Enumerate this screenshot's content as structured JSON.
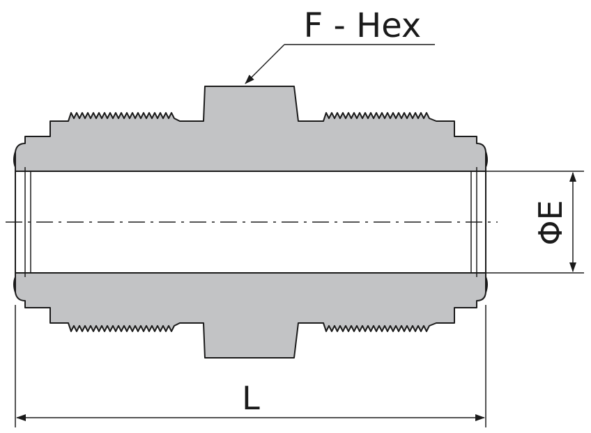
{
  "labels": {
    "hex": "F - Hex",
    "diameter": "ΦE",
    "length": "L"
  },
  "colors": {
    "body": "#c2c3c5",
    "outline": "#1a1a1a",
    "background": "#ffffff"
  }
}
